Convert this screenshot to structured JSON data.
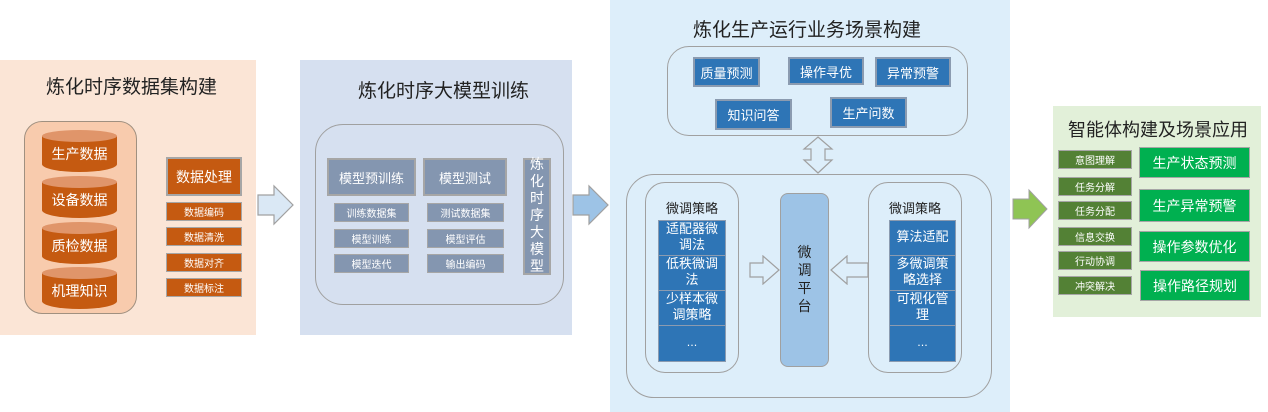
{
  "panels": {
    "dataset": {
      "title": "炼化时序数据集构建",
      "sources": [
        "生产数据",
        "设备数据",
        "质检数据",
        "机理知识"
      ],
      "processing_title": "数据处理",
      "processing_steps": [
        "数据编码",
        "数据清洗",
        "数据对齐",
        "数据标注"
      ],
      "colors": {
        "background": "#fbe5d6",
        "block": "#c55a11"
      }
    },
    "training": {
      "title": "炼化时序大模型训练",
      "pretrain_title": "模型预训练",
      "pretrain_steps": [
        "训练数据集",
        "模型训练",
        "模型迭代"
      ],
      "test_title": "模型测试",
      "test_steps": [
        "测试数据集",
        "模型评估",
        "输出编码"
      ],
      "model_label": "炼化时序大模型",
      "colors": {
        "background": "#d6e0f0",
        "block": "#8496b0"
      }
    },
    "scenario": {
      "title": "炼化生产运行业务场景构建",
      "scenarios": [
        "质量预测",
        "操作寻优",
        "异常预警",
        "知识问答",
        "生产问数"
      ],
      "left_strategy_title": "微调策略",
      "left_strategies": [
        "适配器微调法",
        "低秩微调法",
        "少样本微调策略",
        "..."
      ],
      "platform_label": "微调平台",
      "right_strategy_title": "微调策略",
      "right_strategies": [
        "算法适配",
        "多微调策略选择",
        "可视化管理",
        "..."
      ],
      "colors": {
        "background": "#ddeefa",
        "block": "#2e75b6",
        "platform": "#9dc3e6"
      }
    },
    "agent": {
      "title": "智能体构建及场景应用",
      "capabilities": [
        "意图理解",
        "任务分解",
        "任务分配",
        "信息交换",
        "行动协调",
        "冲突解决"
      ],
      "applications": [
        "生产状态预测",
        "生产异常预警",
        "操作参数优化",
        "操作路径规划"
      ],
      "colors": {
        "background": "#e2f0d9",
        "capability": "#538135",
        "application": "#00b050"
      }
    }
  },
  "arrows": [
    {
      "name": "dataset-to-training",
      "color": "#dae8f5"
    },
    {
      "name": "training-to-scenario",
      "color": "#9dc3e6"
    },
    {
      "name": "scenario-to-agent",
      "color": "#8fc454"
    }
  ]
}
